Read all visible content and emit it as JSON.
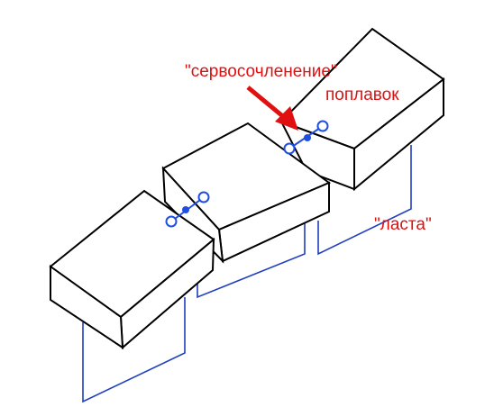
{
  "labels": {
    "servo_joint": "\"сервосочленение\"",
    "float": "поплавок",
    "fin": "\"ласта\""
  },
  "colors": {
    "outline": "#000000",
    "fin": "#1f3fbf",
    "hinge": "#1f4fe0",
    "label": "#e01010",
    "arrow": "#e01010"
  }
}
